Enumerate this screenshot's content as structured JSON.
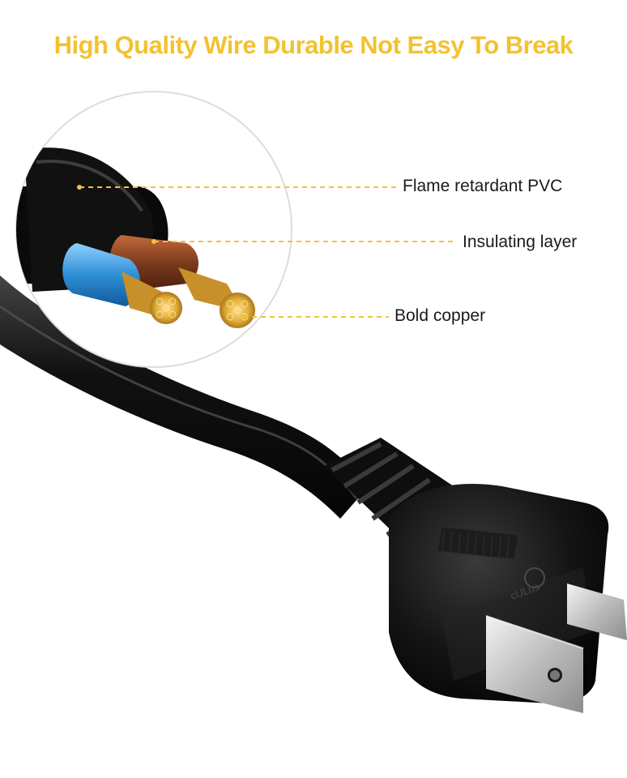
{
  "headline": "High Quality Wire Durable Not Easy To Break",
  "callouts": {
    "flame_retardant": "Flame retardant PVC",
    "insulating_layer": "Insulating layer",
    "bold_copper": "Bold copper"
  },
  "plug_mark": "cULus",
  "colors": {
    "headline": "#f2c230",
    "leader_line": "#f0c43a",
    "cable": "#111111",
    "copper": "#d9a63a",
    "blue_insulation": "#2f8fd6",
    "brown_insulation": "#7a3a1c",
    "prong": "#c9c9c9"
  }
}
